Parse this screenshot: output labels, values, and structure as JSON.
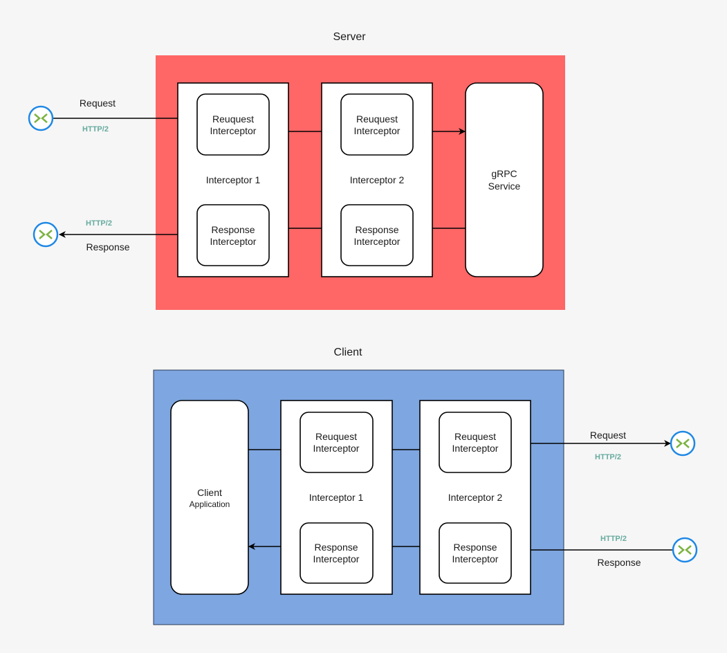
{
  "server": {
    "title": "Server",
    "color": "#ff6666",
    "interceptors": [
      {
        "name": "Interceptor 1",
        "request_label_1": "Reuquest",
        "request_label_2": "Interceptor",
        "response_label_1": "Response",
        "response_label_2": "Interceptor"
      },
      {
        "name": "Interceptor 2",
        "request_label_1": "Reuquest",
        "request_label_2": "Interceptor",
        "response_label_1": "Response",
        "response_label_2": "Interceptor"
      }
    ],
    "service_line1": "gRPC",
    "service_line2": "Service",
    "request_label": "Request",
    "response_label": "Response",
    "request_protocol": "HTTP/2",
    "response_protocol": "HTTP/2"
  },
  "client": {
    "title": "Client",
    "color": "#7ea6e0",
    "app_line1": "Client",
    "app_line2": "Application",
    "interceptors": [
      {
        "name": "Interceptor 1",
        "request_label_1": "Reuquest",
        "request_label_2": "Interceptor",
        "response_label_1": "Response",
        "response_label_2": "Interceptor"
      },
      {
        "name": "Interceptor 2",
        "request_label_1": "Reuquest",
        "request_label_2": "Interceptor",
        "response_label_1": "Response",
        "response_label_2": "Interceptor"
      }
    ],
    "request_label": "Request",
    "response_label": "Response",
    "request_protocol": "HTTP/2",
    "response_protocol": "HTTP/2"
  },
  "icons": {
    "endpoint": "network-endpoint-icon"
  }
}
